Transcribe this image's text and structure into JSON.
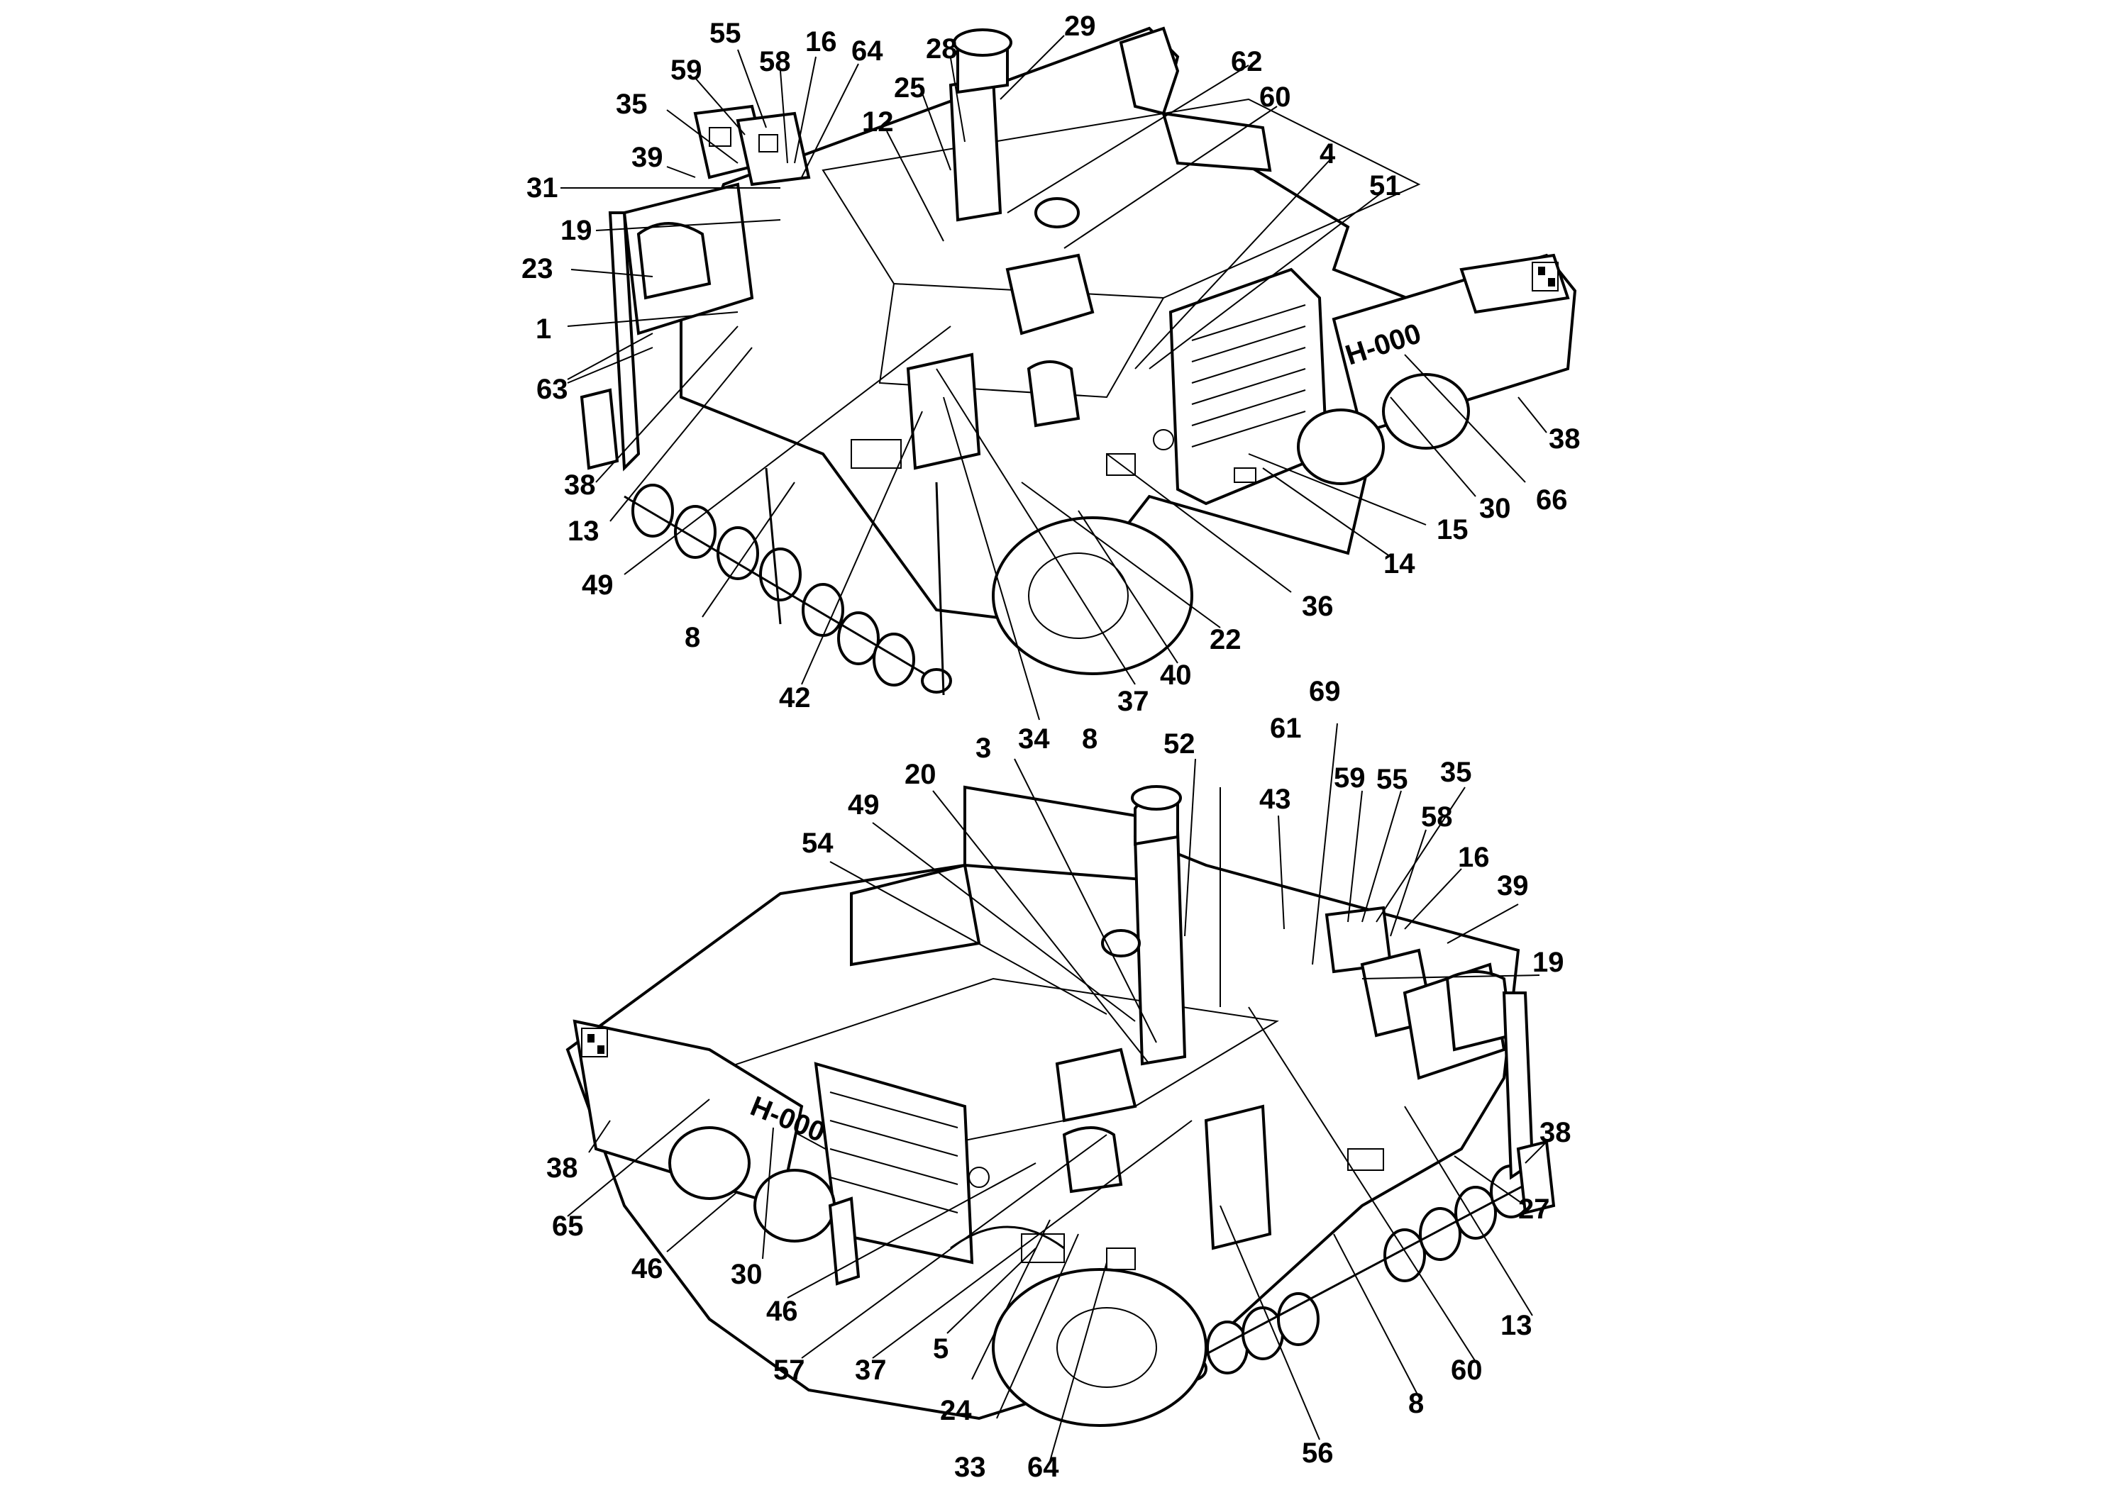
{
  "diagram": {
    "upper_view": {
      "callouts": [
        "29",
        "28",
        "25",
        "62",
        "60",
        "55",
        "58",
        "16",
        "64",
        "59",
        "35",
        "12",
        "39",
        "31",
        "19",
        "23",
        "1",
        "63",
        "38",
        "13",
        "49",
        "8",
        "42",
        "34",
        "8",
        "37",
        "40",
        "22",
        "36",
        "14",
        "15",
        "30",
        "66",
        "38",
        "51",
        "4"
      ]
    },
    "lower_view": {
      "callouts": [
        "3",
        "20",
        "49",
        "54",
        "52",
        "61",
        "69",
        "43",
        "59",
        "55",
        "35",
        "58",
        "16",
        "39",
        "19",
        "38",
        "27",
        "13",
        "60",
        "8",
        "56",
        "64",
        "33",
        "24",
        "5",
        "37",
        "57",
        "46",
        "46",
        "30",
        "65",
        "38"
      ]
    },
    "decal_text": {
      "model_mark": "H-000"
    }
  },
  "colors": {
    "ink": "#000000",
    "paper": "#ffffff"
  }
}
